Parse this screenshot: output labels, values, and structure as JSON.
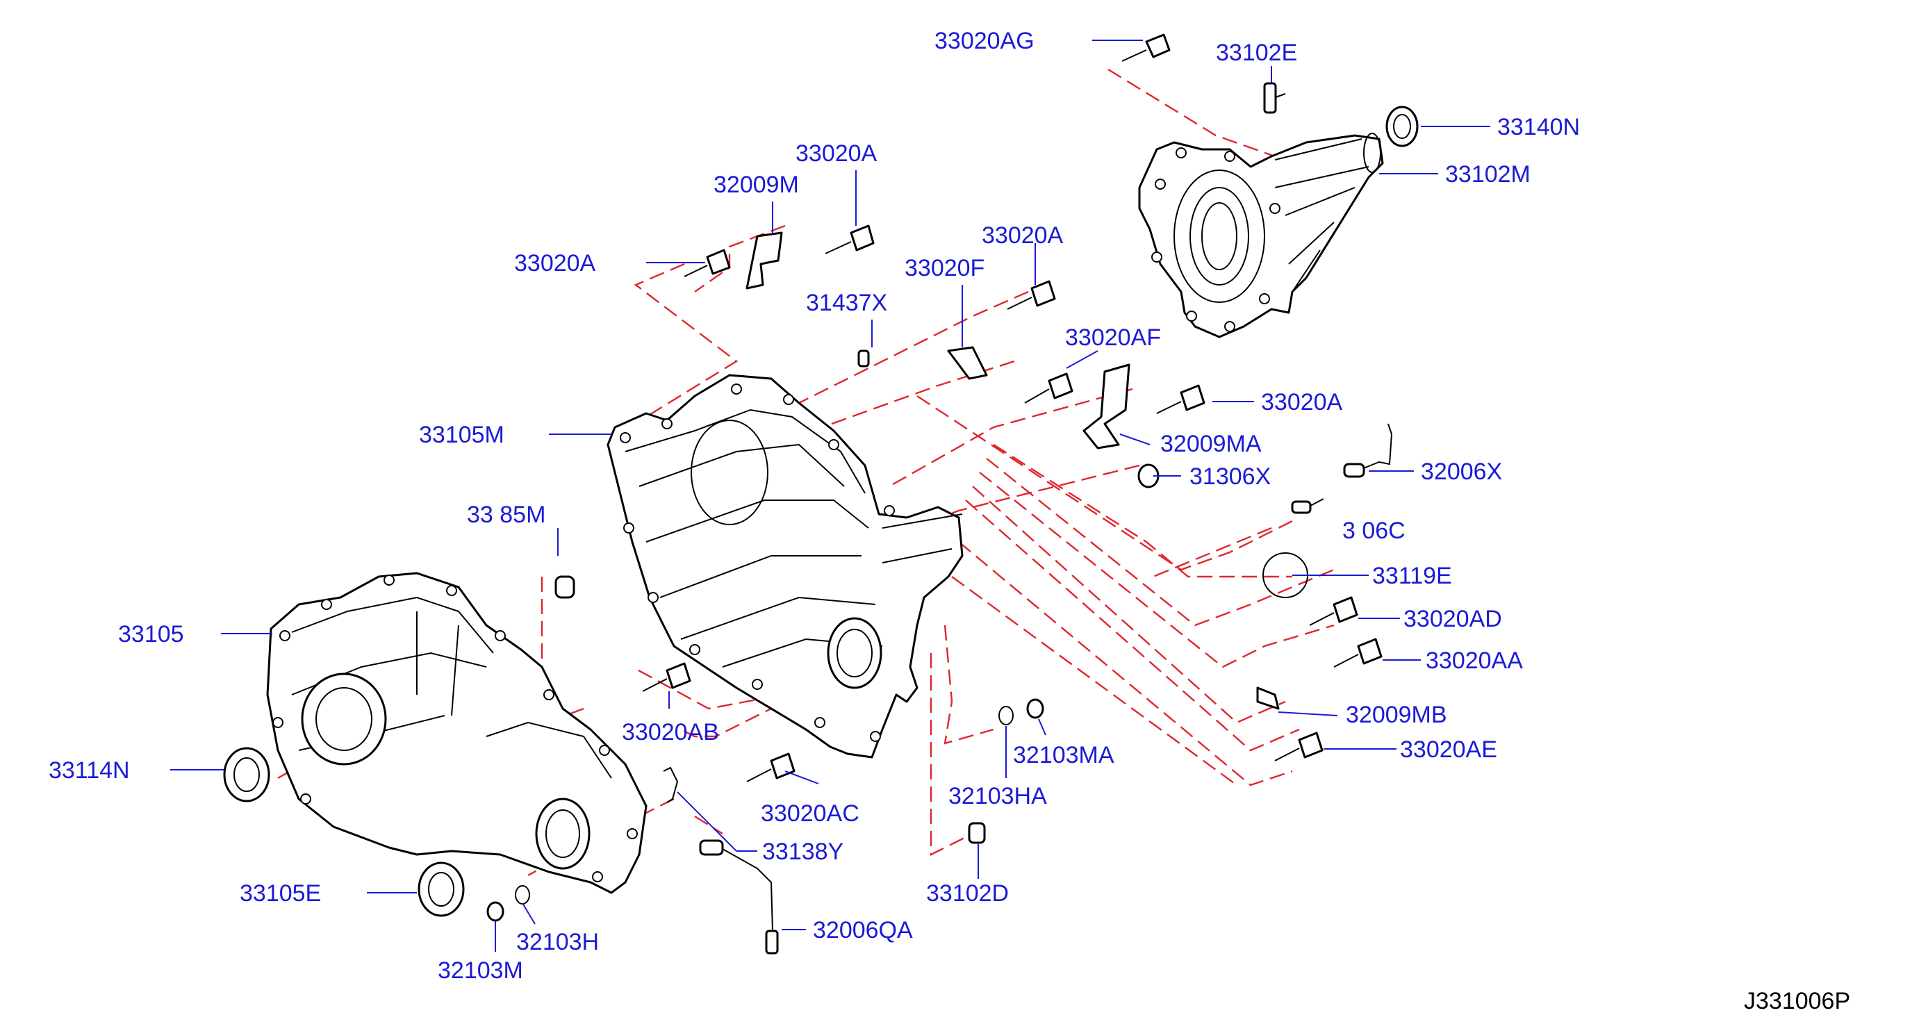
{
  "figure_id": "J331006P",
  "colors": {
    "label": "#1a1ad6",
    "dashed_line": "#e0262d",
    "ink": "#000000"
  },
  "parts": {
    "p33020AG": "33020AG",
    "p33102E": "33102E",
    "p33140N": "33140N",
    "p33102M": "33102M",
    "p33020A_1": "33020A",
    "p32009M": "32009M",
    "p33020A_2": "33020A",
    "p33020A_3": "33020A",
    "p33020F": "33020F",
    "p31437X": "31437X",
    "p33020AF": "33020AF",
    "p33020A_4": "33020A",
    "p33105M": "33105M",
    "p32009MA": "32009MA",
    "p31306X": "31306X",
    "p32006X": "32006X",
    "p33185M_partial": "33 85M",
    "p3_06C_partial": "3 06C",
    "p33119E": "33119E",
    "p33105": "33105",
    "p33020AD": "33020AD",
    "p33020AA": "33020AA",
    "p32009MB": "32009MB",
    "p33020AB": "33020AB",
    "p33114N": "33114N",
    "p32103MA": "32103MA",
    "p33020AE": "33020AE",
    "p32103HA": "32103HA",
    "p33020AC": "33020AC",
    "p33138Y": "33138Y",
    "p33102D": "33102D",
    "p33105E": "33105E",
    "p32006QA": "32006QA",
    "p32103H": "32103H",
    "p32103M": "32103M"
  }
}
